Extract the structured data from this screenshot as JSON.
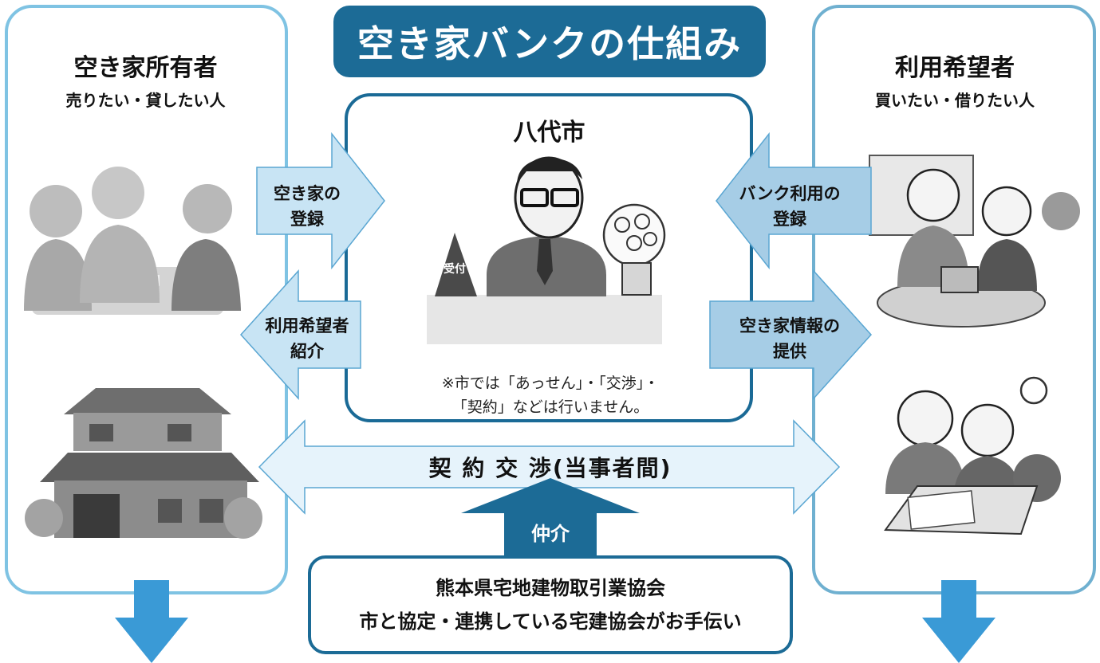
{
  "title": "空き家バンクの仕組み",
  "owner": {
    "title": "空き家所有者",
    "subtitle": "売りたい・貸したい人"
  },
  "user": {
    "title": "利用希望者",
    "subtitle": "買いたい・借りたい人"
  },
  "city": {
    "title": "八代市",
    "reception_sign": "受付",
    "note_lines": [
      "※市では「あっせん」・「交渉」・",
      "「契約」などは行いません。"
    ]
  },
  "arrows": {
    "owner_registration": [
      "空き家の",
      "登録"
    ],
    "user_introduction": [
      "利用希望者",
      "紹介"
    ],
    "bank_registration": [
      "バンク利用の",
      "登録"
    ],
    "vacant_info": [
      "空き家情報の",
      "提供"
    ]
  },
  "negotiation": "契 約 交 渉(当事者間)",
  "mediation": "仲介",
  "association": {
    "line1": "熊本県宅地建物取引業協会",
    "line2": "市と協定・連携している宅建協会がお手伝い"
  },
  "colors": {
    "title_banner": "#1c6b96",
    "owner_border": "#7fc3e3",
    "user_border": "#6fb0d0",
    "arrow_fill": "#c8e4f4",
    "negotiation_fill": "#e6f3fb",
    "big_arrow": "#3a9ad6"
  }
}
